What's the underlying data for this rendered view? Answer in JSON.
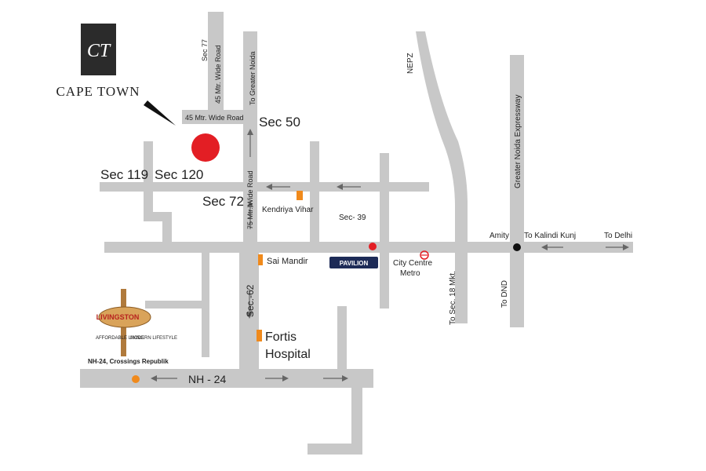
{
  "brand": {
    "logo_monogram": "CT",
    "name": "CAPE TOWN"
  },
  "roads": {
    "wide_45": "45 Mtr. Wide Road",
    "wide_45_vertical": "45 Mtr. Wide Road",
    "wide_75": "75 Mtr. Wide Road",
    "to_greater_noida": "To Greater Noida",
    "nepz": "NEPZ",
    "greater_noida_expressway": "Greater Noida Expressway",
    "to_dnd": "To DND",
    "to_sec_18": "To Sec. 18 Mkt.",
    "to_kalindi_kunj": "To Kalindi Kunj",
    "to_delhi": "To Delhi",
    "nh24": "NH - 24"
  },
  "sectors": {
    "sec77": "Sec 77",
    "sec50": "Sec 50",
    "sec119": "Sec 119",
    "sec120": "Sec 120",
    "sec72": "Sec 72",
    "sec39": "Sec- 39",
    "sec62": "Sec.-62"
  },
  "landmarks": {
    "kendriya_vihar": "Kendriya Vihar",
    "sai_mandir": "Sai Mandir",
    "pavilion": "PAVILION",
    "city_centre_line1": "City Centre",
    "city_centre_line2": "Metro",
    "amity": "Amity",
    "fortis_line1": "Fortis",
    "fortis_line2": "Hospital",
    "livingston": "LIVINGSTON",
    "livingston_tag_left": "AFFORDABLE LIVING",
    "livingston_tag_right": "MODERN LIFESTYLE",
    "crossings": "NH-24, Crossings Republik"
  },
  "colors": {
    "road": "#c8c8c8",
    "site_marker": "#e31e24",
    "landmark_orange": "#f08a1c",
    "pavilion_bg": "#1d2b57",
    "livingston_sign": "#d9a35a",
    "livingston_text": "#b8231f",
    "junction": "#111111"
  }
}
